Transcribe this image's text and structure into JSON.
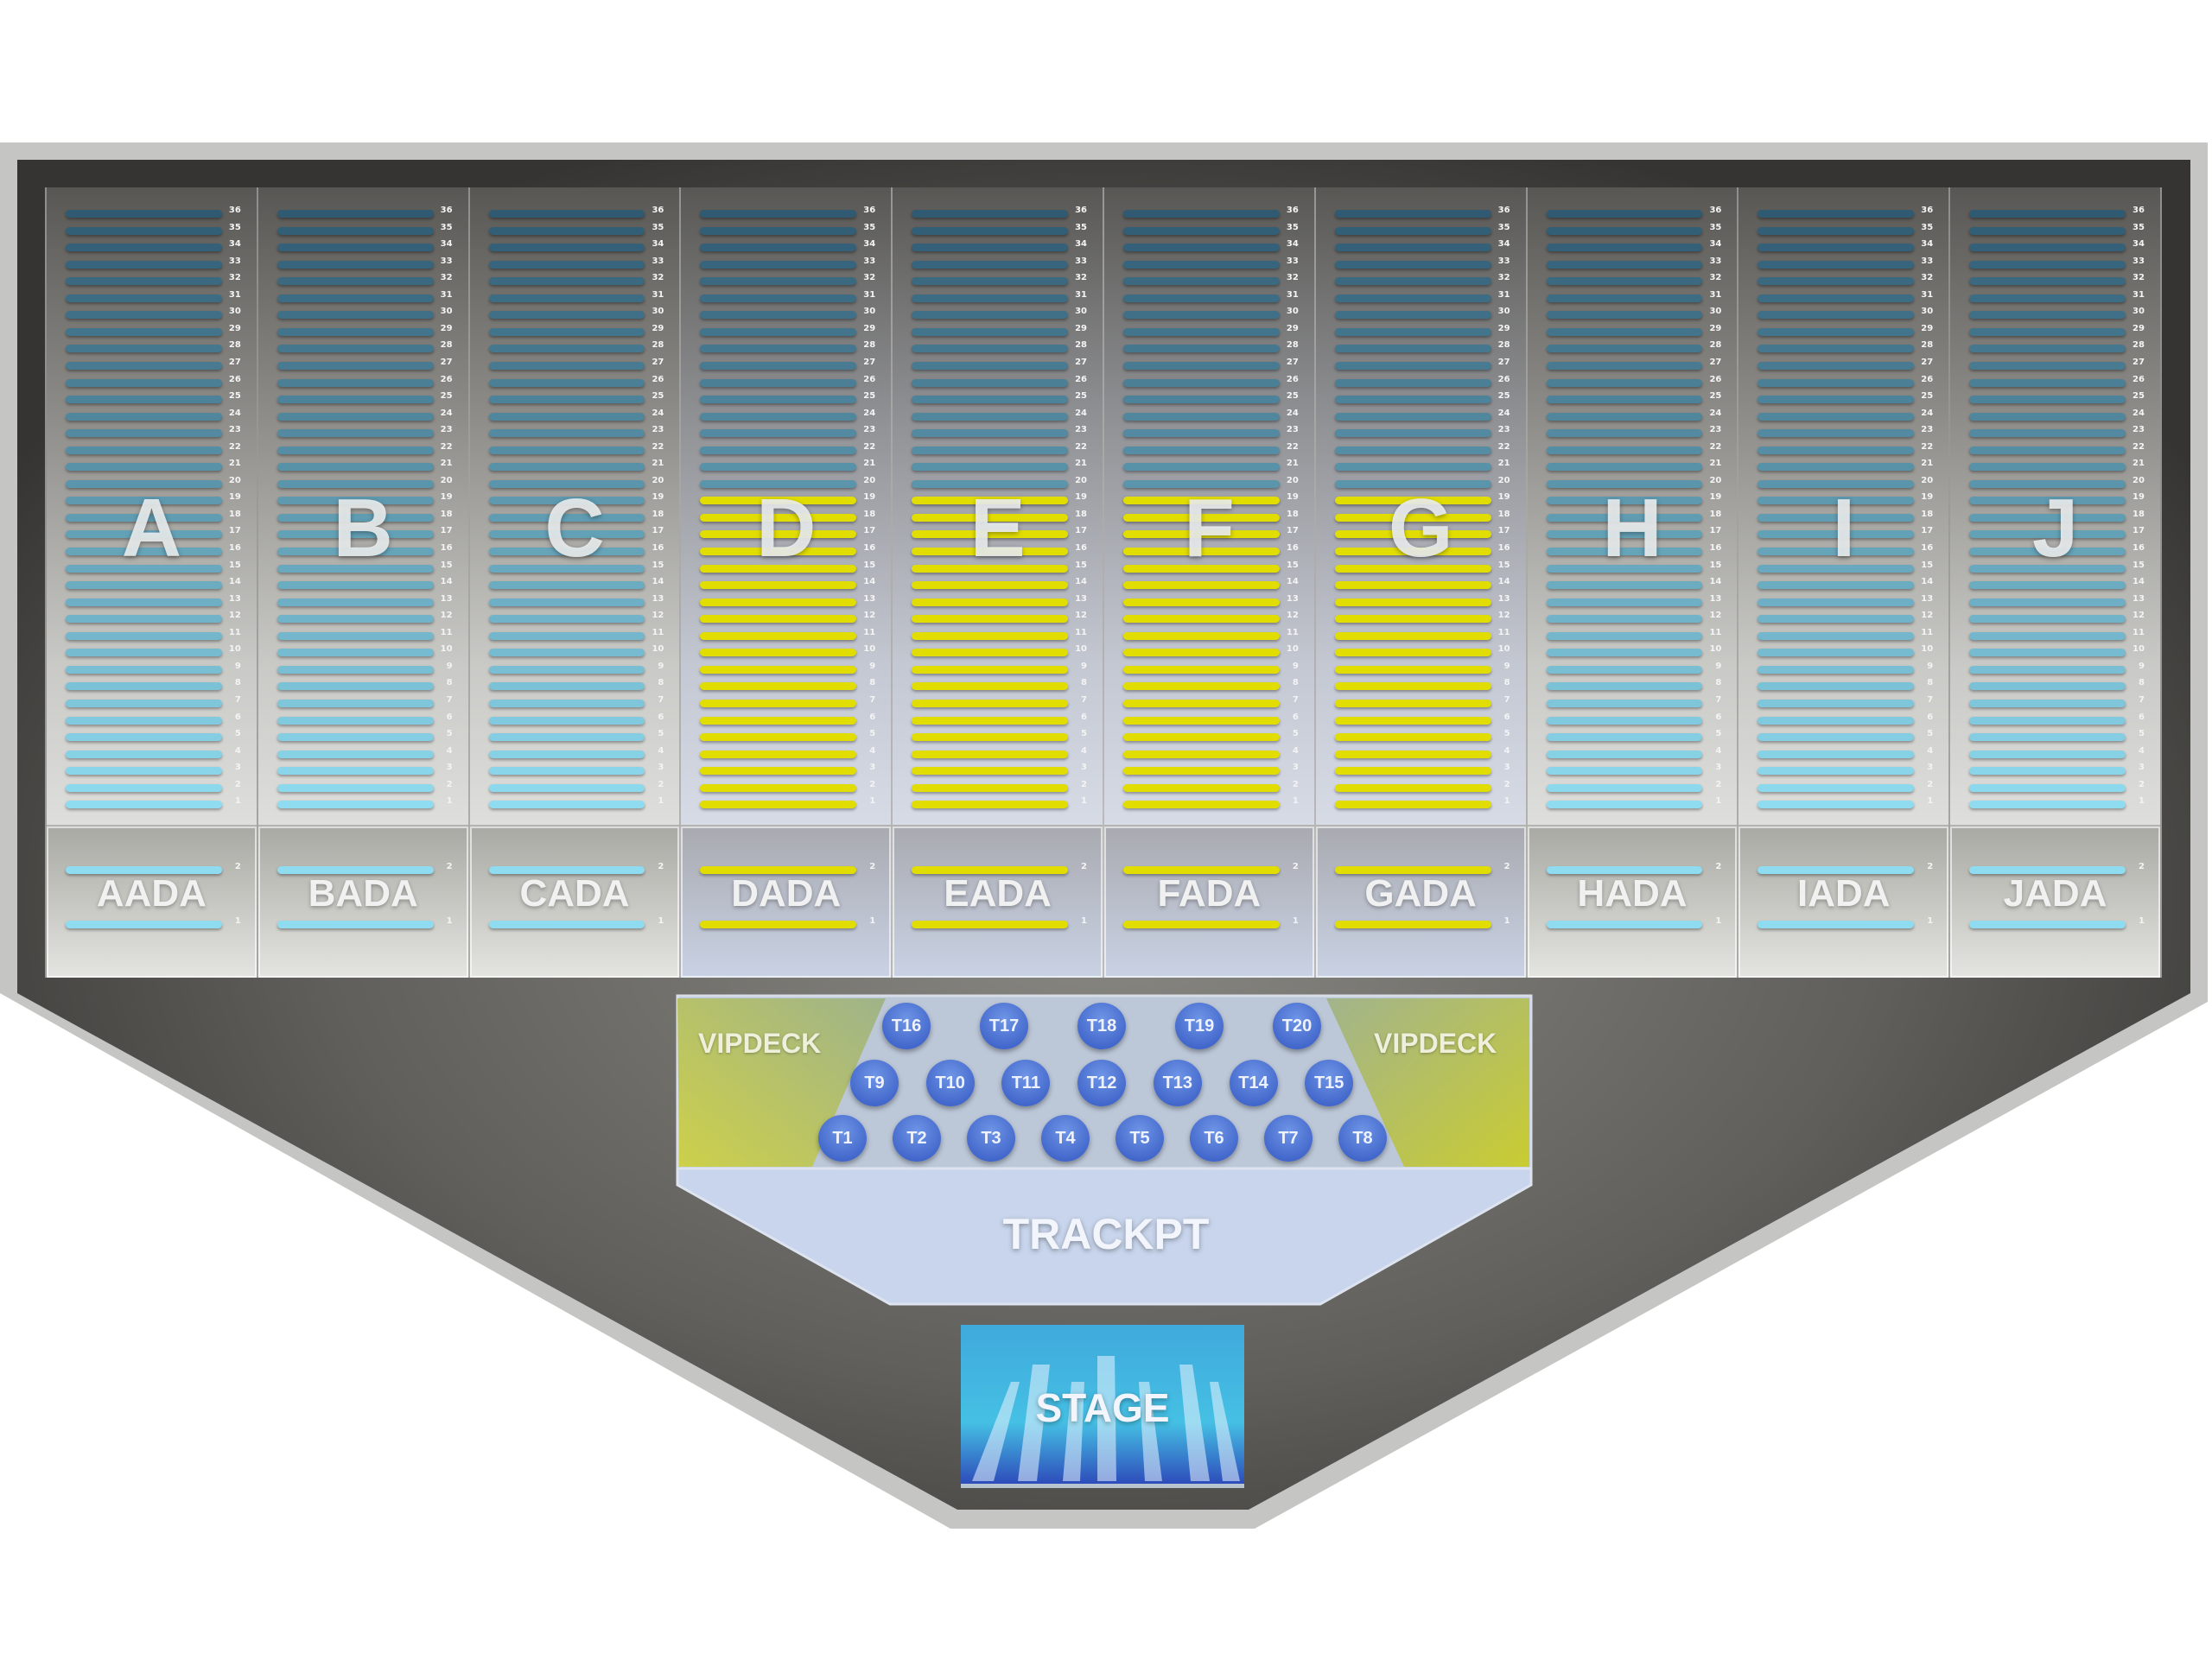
{
  "sections": [
    {
      "letter": "A",
      "ada": "AADA",
      "highlighted": false
    },
    {
      "letter": "B",
      "ada": "BADA",
      "highlighted": false
    },
    {
      "letter": "C",
      "ada": "CADA",
      "highlighted": false
    },
    {
      "letter": "D",
      "ada": "DADA",
      "highlighted": true
    },
    {
      "letter": "E",
      "ada": "EADA",
      "highlighted": true
    },
    {
      "letter": "F",
      "ada": "FADA",
      "highlighted": true
    },
    {
      "letter": "G",
      "ada": "GADA",
      "highlighted": true
    },
    {
      "letter": "H",
      "ada": "HADA",
      "highlighted": false
    },
    {
      "letter": "I",
      "ada": "IADA",
      "highlighted": false
    },
    {
      "letter": "J",
      "ada": "JADA",
      "highlighted": false
    }
  ],
  "row_labels": [
    "36",
    "35",
    "34",
    "33",
    "32",
    "31",
    "30",
    "29",
    "28",
    "27",
    "26",
    "25",
    "24",
    "23",
    "22",
    "21",
    "20",
    "19",
    "18",
    "17",
    "16",
    "15",
    "14",
    "13",
    "12",
    "11",
    "10",
    "9",
    "8",
    "7",
    "6",
    "5",
    "4",
    "3",
    "2",
    "1"
  ],
  "highlighted_rows_up_to": 19,
  "ada_row_labels": [
    "2",
    "1"
  ],
  "colors": {
    "highlight": "#e2dd00",
    "blue_top": "#2f5a72",
    "blue_bottom": "#8fdcf0",
    "table": "#3b5fc8"
  },
  "vip": {
    "left_label": "VIPDECK",
    "right_label": "VIPDECK"
  },
  "tables": [
    [
      "T16",
      "T17",
      "T18",
      "T19",
      "T20"
    ],
    [
      "T9",
      "T10",
      "T11",
      "T12",
      "T13",
      "T14",
      "T15"
    ],
    [
      "T1",
      "T2",
      "T3",
      "T4",
      "T5",
      "T6",
      "T7",
      "T8"
    ]
  ],
  "trackpit": {
    "label": "TRACKPT"
  },
  "stage": {
    "label": "STAGE"
  }
}
